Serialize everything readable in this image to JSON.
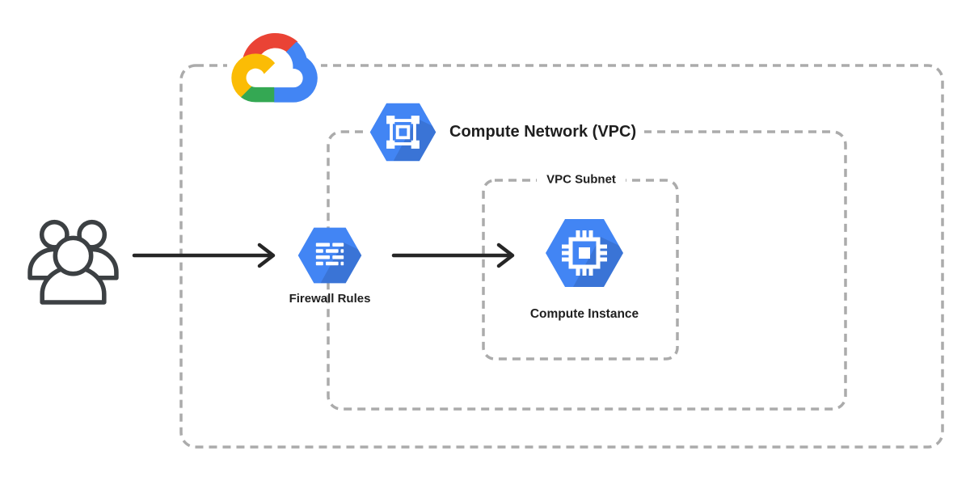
{
  "groups": {
    "cloud_boundary": {
      "icon": "google-cloud-logo"
    },
    "network": {
      "label": "Compute Network (VPC)",
      "icon": "vpc-network-icon"
    },
    "subnet": {
      "label": "VPC Subnet"
    }
  },
  "nodes": {
    "users": {
      "icon": "users-icon"
    },
    "firewall": {
      "label": "Firewall Rules",
      "icon": "firewall-rules-icon"
    },
    "instance": {
      "label": "Compute Instance",
      "icon": "compute-instance-icon"
    }
  },
  "flows": [
    {
      "from": "users",
      "to": "firewall"
    },
    {
      "from": "firewall",
      "to": "instance"
    }
  ],
  "colors": {
    "google_blue": "#4285F4",
    "google_red": "#EA4335",
    "google_yellow": "#FBBC05",
    "google_green": "#34A853",
    "hexagon_blue": "#4285F4",
    "dashed_border": "#ABABAB",
    "arrow": "#262626",
    "label_text": "#1F1F1F",
    "users_outline": "#3C4043"
  }
}
